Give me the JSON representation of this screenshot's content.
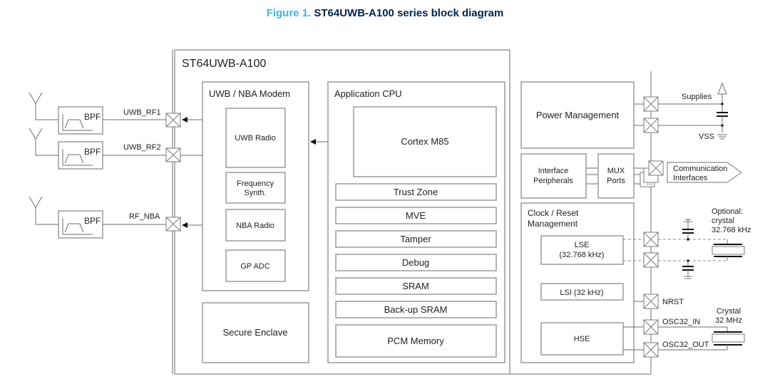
{
  "figure": {
    "number": "Figure 1.",
    "title": "ST64UWB-A100 series block diagram"
  },
  "chip": {
    "name": "ST64UWB-A100"
  },
  "modem": {
    "title": "UWB / NBA Modem",
    "blocks": [
      "UWB Radio",
      "Frequency",
      "Synth.",
      "NBA Radio",
      "GP ADC"
    ]
  },
  "secure_enclave": "Secure Enclave",
  "cpu": {
    "title": "Application CPU",
    "core": "Cortex M85",
    "blocks": [
      "Trust Zone",
      "MVE",
      "Tamper",
      "Debug",
      "SRAM",
      "Back-up SRAM",
      "PCM Memory"
    ]
  },
  "power": {
    "title": "Power Management",
    "supplies": "Supplies",
    "vss": "VSS"
  },
  "interfaces": {
    "peripherals_line1": "Interface",
    "peripherals_line2": "Peripherals",
    "mux_line1": "MUX",
    "mux_line2": "Ports",
    "comm_line1": "Communication",
    "comm_line2": "Interfaces",
    "ellipsis": "..."
  },
  "clock": {
    "title_line1": "Clock / Reset",
    "title_line2": "Management",
    "lse_line1": "LSE",
    "lse_line2": "(32.768 kHz)",
    "lsi": "LSI (32 kHz)",
    "hse": "HSE",
    "optional_line1": "Optional:",
    "optional_line2": "crystal",
    "optional_line3": "32.768 kHz",
    "crystal_line1": "Crystal",
    "crystal_line2": "32 MHz"
  },
  "rf": {
    "bpf": "BPF",
    "signals": [
      "UWB_RF1",
      "UWB_RF2",
      "RF_NBA"
    ]
  },
  "pins": {
    "nrst": "NRST",
    "osc_in": "OSC32_IN",
    "osc_out": "OSC32_OUT"
  }
}
